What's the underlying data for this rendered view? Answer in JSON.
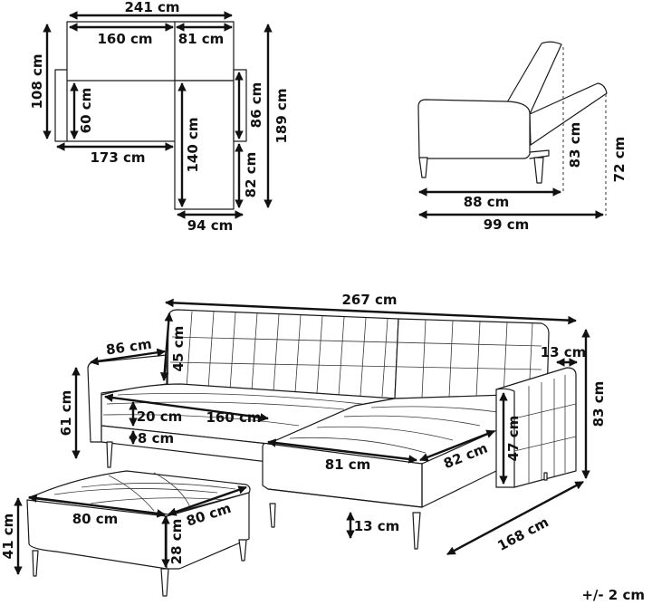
{
  "diagram": {
    "type": "product-dimension-drawing",
    "subject": "L-shaped corner sofa bed with ottoman",
    "tolerance": "+/- 2 cm",
    "top_view": {
      "total_width": "241 cm",
      "main_seat_width": "160 cm",
      "chaise_width": "81 cm",
      "depth_left": "108 cm",
      "seat_depth": "60 cm",
      "main_length": "173 cm",
      "chaise_length": "140 cm",
      "right_arm_depth": "86 cm",
      "chaise_extension": "82 cm",
      "total_depth": "189 cm",
      "chaise_bottom_width": "94 cm"
    },
    "side_view": {
      "seat_depth": "88 cm",
      "reclined_depth": "99 cm",
      "upright_height": "83 cm",
      "reclined_height": "72 cm"
    },
    "perspective_view": {
      "total_width": "267 cm",
      "arm_depth": "86 cm",
      "backrest_height": "45 cm",
      "arm_height": "61 cm",
      "cushion_height": "20 cm",
      "seat_width": "160 cm",
      "base_height": "8 cm",
      "chaise_width": "81 cm",
      "chaise_depth": "82 cm",
      "arm_width": "13 cm",
      "total_height": "83 cm",
      "arm_side_height": "47 cm",
      "leg_height": "13 cm",
      "total_depth": "168 cm"
    },
    "ottoman": {
      "width": "80 cm",
      "depth": "80 cm",
      "height": "41 cm",
      "body_height": "28 cm"
    }
  }
}
